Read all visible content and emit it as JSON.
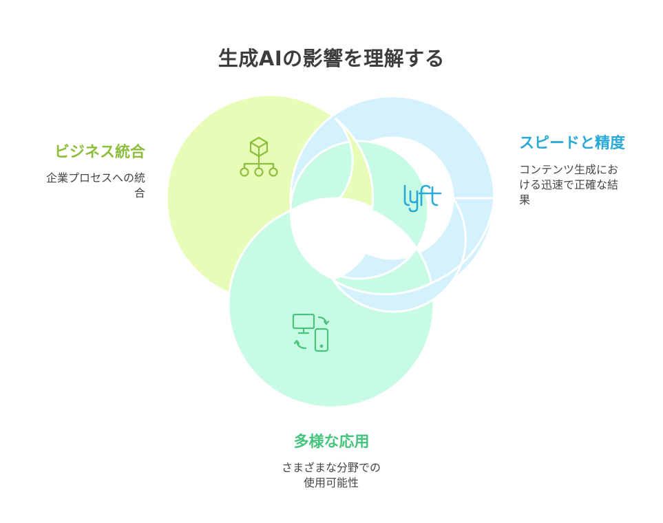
{
  "title": "生成AIの影響を理解する",
  "colors": {
    "business": "#8cbe3c",
    "speed": "#2aa9d6",
    "apps": "#46c47e",
    "business_fill": "#e6fcb7",
    "speed_fill": "#d4f2fd",
    "apps_fill": "#c7fbe3"
  },
  "segments": [
    {
      "id": "business",
      "label": "ビジネス統合",
      "description_lines": [
        "企業プロセスへの統",
        "合"
      ],
      "icon": "hierarchy-cube-icon"
    },
    {
      "id": "speed",
      "label": "スピードと精度",
      "description_lines": [
        "コンテンツ生成にお",
        "ける迅速で正確な結",
        "果"
      ],
      "icon": "lyft-logo-icon"
    },
    {
      "id": "apps",
      "label": "多様な応用",
      "description_lines": [
        "さまざまな分野での",
        "使用可能性"
      ],
      "icon": "device-sync-icon"
    }
  ]
}
